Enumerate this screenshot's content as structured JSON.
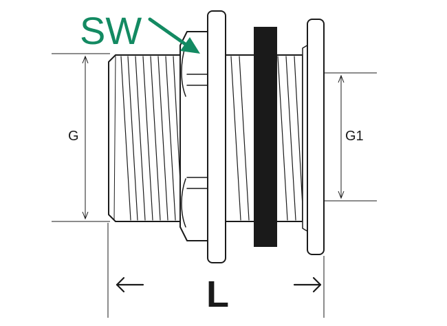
{
  "labels": {
    "sw": "SW",
    "g": "G",
    "g1": "G1",
    "l": "L"
  },
  "colors": {
    "accent": "#138a62",
    "line": "#1a1a1a",
    "seal": "#1a1a1a",
    "background": "#ffffff"
  }
}
